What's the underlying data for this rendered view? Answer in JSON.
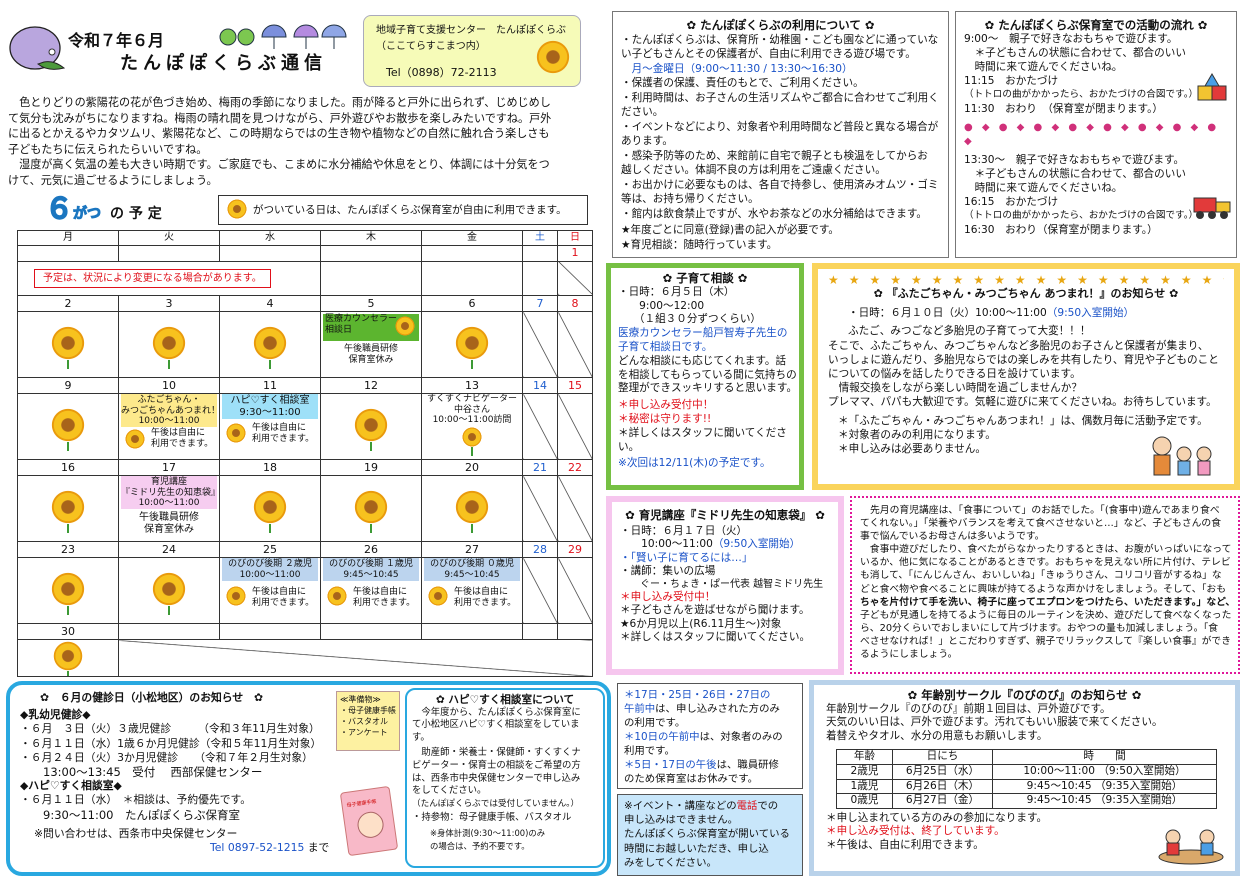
{
  "header": {
    "date": "令和７年６月",
    "title": "たんぽぽくらぶ通信",
    "center_name": "地域子育て支援センター　たんぽぽくらぶ",
    "center_sub": "（ここてらすこまつ内）",
    "tel": "Tel（0898）72-2113"
  },
  "intro": [
    "　色とりどりの紫陽花の花が色づき始め、梅雨の季節になりました。雨が降ると戸外に出られず、じめじめし",
    "て気分も沈みがちになりますね。梅雨の晴れ間を見つけながら、戸外遊びやお散歩を楽しみたいですね。戸外",
    "に出るとかえるやカタツムリ、紫陽花など、この時期ならではの生き物や植物などの自然に触れ合う楽しさも",
    "子どもたちに伝えられたらいいですね。",
    "　湿度が高く気温の差も大きい時期です。ご家庭でも、こまめに水分補給や休息をとり、体調には十分気をつ",
    "けて、元気に過ごせるようにしましょう。"
  ],
  "schedule": {
    "month": "６",
    "month_suffix": "がつ",
    "label": "の 予 定",
    "legend": "がついている日は、たんぽぽくらぶ保育室が自由に利用できます。"
  },
  "calendar": {
    "days": [
      "月",
      "火",
      "水",
      "木",
      "金",
      "土",
      "日"
    ],
    "notice": "予定は、状況により変更になる場合があります。",
    "dates": {
      "d1": "1",
      "d2": "2",
      "d3": "3",
      "d4": "4",
      "d5": "5",
      "d6": "6",
      "d7": "7",
      "d8": "8",
      "d9": "9",
      "d10": "10",
      "d11": "11",
      "d12": "12",
      "d13": "13",
      "d14": "14",
      "d15": "15",
      "d16": "16",
      "d17": "17",
      "d18": "18",
      "d19": "19",
      "d20": "20",
      "d21": "21",
      "d22": "22",
      "d23": "23",
      "d24": "24",
      "d25": "25",
      "d26": "26",
      "d27": "27",
      "d28": "28",
      "d29": "29",
      "d30": "30"
    },
    "ev5_a": "医療カウンセラー",
    "ev5_b": "相談日",
    "ev5_c": "午後職員研修",
    "ev5_d": "保育室休み",
    "ev10_a": "ふたごちゃん・",
    "ev10_b": "みつごちゃんあつまれ！",
    "ev10_c": "10:00～11:00",
    "ev10_d": "午後は自由に",
    "ev10_e": "利用できます。",
    "ev11_a": "ハピ♡すく相談室",
    "ev11_b": "9:30～11:00",
    "ev11_c": "午後は自由に",
    "ev11_d": "利用できます。",
    "ev13_a": "すくすくナビゲーター",
    "ev13_b": "中谷さん",
    "ev13_c": "10:00～11:00訪問",
    "ev17_a": "育児講座",
    "ev17_b": "『ミドリ先生の知恵袋』",
    "ev17_c": "10:00～11:00",
    "ev17_d": "午後職員研修",
    "ev17_e": "保育室休み",
    "ev25_a": "のびのび後期 ２歳児",
    "ev25_b": "10:00～11:00",
    "ev26_a": "のびのび後期 １歳児",
    "ev26_b": "9:45～10:45",
    "ev27_a": "のびのび後期 ０歳児",
    "ev27_b": "9:45～10:45",
    "free_a": "午後は自由に",
    "free_b": "利用できます。"
  },
  "usage": {
    "title": "たんぽぽくらぶの利用について",
    "lines": [
      "・たんぽぽくらぶは、保育所・幼稚園・こども園などに通っていな",
      "い子どもさんとその保護者が、自由に利用できる遊び場です。",
      "　月～金曜日（9:00～11:30 / 13:30～16:30）",
      "・保護者の保護、責任のもとで、ご利用ください。",
      "・利用時間は、お子さんの生活リズムやご都合に合わせてご利用く",
      "ださい。",
      "・イベントなどにより、対象者や利用時間など普段と異なる場合が",
      "あります。",
      "・感染予防等のため、来館前に自宅で親子とも検温をしてからお",
      "越しください。体調不良の方は利用をご遠慮ください。",
      "・お出かけに必要なものは、各自で持参し、使用済みオムツ・ゴミ",
      "等は、お持ち帰りください。",
      "・館内は飲食禁止ですが、水やお茶などの水分補給はできます。"
    ],
    "foot1": "★年度ごとに同意(登録)書の記入が必要です。",
    "foot2": "★育児相談：随時行っています。"
  },
  "flow": {
    "title": "たんぽぽくらぶ保育室での活動の流れ",
    "lines": [
      "9:00～　親子で好きなおもちゃで遊びます。",
      "　＊子どもさんの状態に合わせて、都合のいい",
      "　時間に来て遊んでくださいね。",
      "11:15　おかたづけ",
      "（トトロの曲がかかったら、おかたづけの合図です。）",
      "11:30　おわり　（保育室が閉まります。）"
    ],
    "lines2": [
      "13:30～　親子で好きなおもちゃで遊びます。",
      "　＊子どもさんの状態に合わせて、都合のいい",
      "　時間に来て遊んでくださいね。",
      "16:15　おかたづけ",
      "（トトロの曲がかかったら、おかたづけの合図です。）",
      "16:30　おわり（保育室が閉まります。）"
    ]
  },
  "consult": {
    "title": "子育て相談",
    "lines": [
      "・日時：６月５日（木）",
      "　　9:00～12:00",
      "　　（１組３０分ずつくらい）"
    ],
    "blue1": "医療カウンセラー船戸智寿子先生の",
    "blue2": "子育て相談日です。",
    "body": [
      "どんな相談にも応じてくれます。話",
      "を相談してもらっている間に気持ちの",
      "整理ができスッキリすると思います。"
    ],
    "b1": "＊申し込み受付中！",
    "b2": "＊秘密は守ります!!",
    "b3": "＊詳しくはスタッフに聞いてくださ",
    "b3b": "い。",
    "b4": "※次回は12/11(木)の予定です。"
  },
  "twins": {
    "title": "『ふたごちゃん・みつごちゃん あつまれ！』のお知らせ",
    "date": "・日時：６月１０日（火）10:00～11:00",
    "date_note": "（9:50入室開始）",
    "body": [
      "ふたご、みつごなど多胎児の子育てって大変！！！",
      "そこで、ふたごちゃん、みつごちゃんなど多胎児のお子さんと保護者が集まり、",
      "いっしょに遊んだり、多胎児ならではの楽しみを共有したり、育児や子どものこと",
      "についての悩みを話したりできる日を設けています。",
      "　情報交換をしながら楽しい時間を過ごしませんか？",
      "プレママ、パパも大歓迎です。気軽に遊びに来てくださいね。お待ちしています。"
    ],
    "n1": "＊「ふたごちゃん・みつごちゃんあつまれ！」は、偶数月毎に活動予定です。",
    "n2": "＊対象者のみの利用になります。",
    "n3": "＊申し込みは必要ありません。"
  },
  "lecture": {
    "title": "育児講座『ミドリ先生の知恵袋』",
    "l1": "・日時：６月１７日（火）",
    "l2": "　　10:00～11:00",
    "l2b": "（9:50入室開始）",
    "theme": "・「賢い子に育てるには…」",
    "speaker": "・講師：集いの広場",
    "speaker2": "　　ぐー・ちょき・ぱー代表 越智ミドリ先生",
    "r1": "＊申し込み受付中！",
    "r2": "＊子どもさんを遊ばせながら聞けます。",
    "r3": "★6か月児以上(R6.11月生～)対象",
    "r4": "＊詳しくはスタッフに聞いてください。"
  },
  "food": {
    "lines": [
      "先月の育児講座は、「食事について」のお話でした。「(食事中)遊んであまり食べ",
      "てくれない。」「栄養やバランスを考えて食べさせないと…」など、子どもさんの食",
      "事で悩んでいるお母さんは多いようです。",
      "　食事中遊びだしたり、食べたがらなかったりするときは、お腹がいっぱいになって",
      "いるか、他に気になることがあるときです。おもちゃを見えない所に片付け、テレビ",
      "も消して、「にんじんさん、おいしいね」「きゅうりさん、コリコリ音がするね」な",
      "どと食べ物や食べることに興味が持てるような声かけをしましょう。そして、「おも",
      "ちゃを片付けて手を洗い、椅子に座ってエプロンをつけたら、いただきます。」など、",
      "子どもが見通しを持てるように毎日のルーティンを決め、遊びだして食べなくなった",
      "ら、20分くらいでおしまいにして片づけます。おやつの量も加減しましょう。「食",
      "べさせなければ！」とこだわりすぎず、親子でリラックスして『楽しい食事』ができ",
      "るようにしましょう。"
    ]
  },
  "health": {
    "title": "６月の健診日（小松地区）のお知らせ",
    "t_blue": "（小松地区）",
    "h1": "◆乳幼児健診◆",
    "rows": [
      "・６月　３日（火）３歳児健診　　　（令和３年11月生対象）",
      "・６月１１日（水）1歳６か月児健診（令和５年11月生対象）",
      "・６月２４日（火）3か月児健診　　（令和７年２月生対象）",
      "　　13:00～13:45　受付　 西部保健センター"
    ],
    "h2": "◆ハピ♡すく相談室◆",
    "rows2": [
      "・６月１１日（水）　＊相談は、予約優先です。",
      "　　9:30～11:00　たんぽぽくらぶ保育室"
    ],
    "contact": "※問い合わせは、西条市中央保健センター",
    "tel": "Tel 0897-52-1215",
    "tel_suffix": " まで"
  },
  "prep": {
    "title": "≪準備物≫",
    "items": [
      "・母子健康手帳",
      "・バスタオル",
      "・アンケート"
    ],
    "book_label": "母子健康手帳"
  },
  "happy": {
    "title": "ハピ♡すく相談室について",
    "lines": [
      "　今年度から、たんぽぽくらぶ保育室に",
      "て小松地区ハピ♡すく相談室をしていま",
      "す。",
      "　助産師・栄養士・保健師・すくすくナ",
      "ビゲーター・保育士の相談をご希望の方",
      "は、西条市中央保健センターで申し込み",
      "をしてください。",
      "（たんぽぽくらぶでは受付していません。）",
      "・持参物：母子健康手帳、バスタオル"
    ],
    "note1": "※身体計測(9:30～11:00)のみ",
    "note2": "の場合は、予約不要です。"
  },
  "closure": {
    "l1": "＊17日・25日・26日・27日の",
    "l1b": "午前中",
    "l1c": "は、申し込みされた方のみ",
    "l2": "の利用です。",
    "l3": "＊10日の午前中",
    "l3b": "は、対象者のみの",
    "l4": "利用です。",
    "l5": "＊5日・17日の午後",
    "l5b": "は、職員研修",
    "l6": "のため保育室はお休みです。"
  },
  "phone": {
    "l1": "※イベント・講座などの",
    "l1b": "電話",
    "l1c": "での",
    "l2": "申し込みはできません。",
    "l3": "たんぽぽくらぶ保育室が開いている",
    "l4": "時間にお越しいただき、申し込",
    "l5": "みをしてください。"
  },
  "circle": {
    "title": "年齢別サークル『のびのび』のお知らせ",
    "lines": [
      "年齢別サークル『のびのび』前期１回目は、戸外遊びです。",
      "天気のいい日は、戸外で遊びます。汚れてもいい服装で来てください。",
      "着替えやタオル、水分の用意もお願いします。"
    ],
    "th": [
      "年齢",
      "日にち",
      "時　　間"
    ],
    "rows": [
      [
        "2歳児",
        "6月25日（水）",
        "10:00～11:00 （9:50入室開始）"
      ],
      [
        "1歳児",
        "6月26日（木）",
        "9:45～10:45 （9:35入室開始）"
      ],
      [
        "0歳児",
        "6月27日（金）",
        "9:45～10:45 （9:35入室開始）"
      ]
    ],
    "n1": "＊申し込まれている方のみの参加になります。",
    "n2": "＊申し込み受付は、終了しています。",
    "n3": "＊午後は、自由に利用できます。"
  },
  "colors": {
    "green": "#76c043",
    "yellow": "#fad45c",
    "pink": "#f6c6ee",
    "magenta": "#e0189a",
    "sky": "#29a8e0",
    "lightblue": "#b9d2ea"
  }
}
